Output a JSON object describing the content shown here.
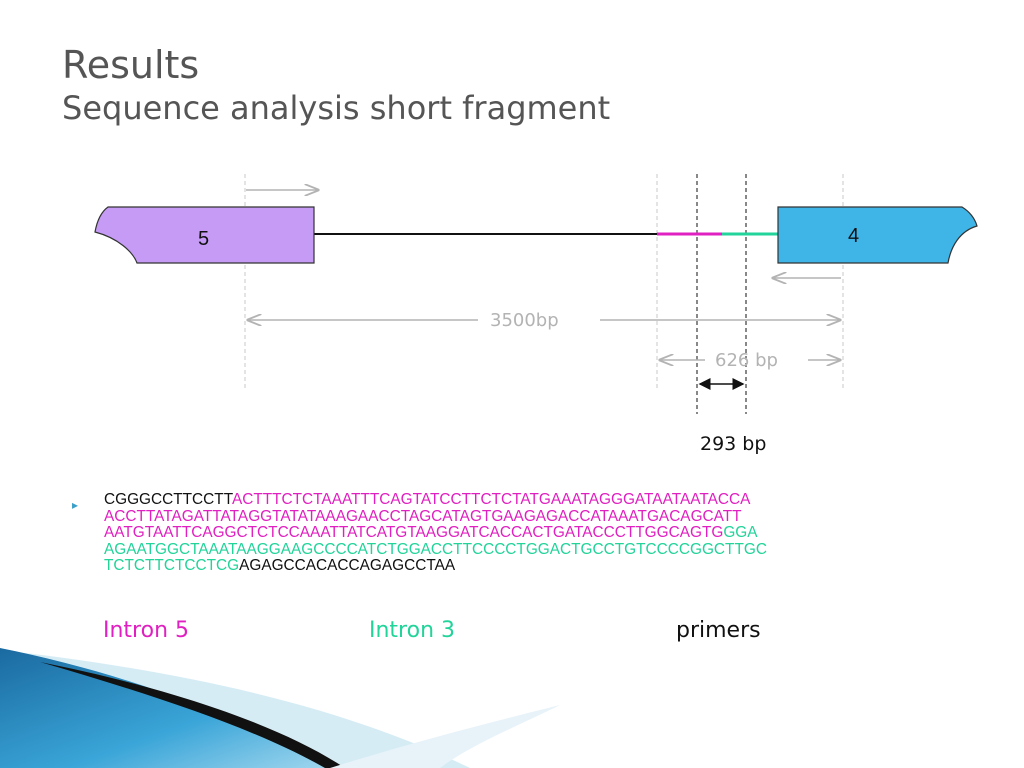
{
  "title": {
    "main": "Results",
    "sub": "Sequence analysis short fragment"
  },
  "diagram": {
    "exon_left_label": "5",
    "exon_right_label": "4",
    "span_total": "3500bp",
    "span_middle": "626 bp",
    "span_inner": "293 bp"
  },
  "colors": {
    "exon_left": "#c59bf6",
    "exon_right": "#3fb4e6",
    "intron5": "#e020c0",
    "intron3": "#22d39a",
    "primer": "#111111",
    "bullet": "#3aa0c9"
  },
  "sequence": {
    "lines": [
      [
        {
          "t": "CGGGCCTTCCTT",
          "k": "primer"
        },
        {
          "t": "ACTTTCTCTAAATTTCAGTATCCTTCTCTATGAAATAGGGATAATAATACCA",
          "k": "i5"
        }
      ],
      [
        {
          "t": "ACCTTATAGATTATAGGTATATAAAGAACCTAGCATAGTGAAGAGACCATAAATGACAGCATT",
          "k": "i5"
        }
      ],
      [
        {
          "t": "AATGTAATTCAGGCTCTCCAAATTATCATGTAAGGATCACCACTGATACCCTTGGCAGTG",
          "k": "i5"
        },
        {
          "t": "GGA",
          "k": "i3"
        }
      ],
      [
        {
          "t": "AGAATGGCTAAATAAGGAAGCCCCATCTGGACCTTCCCCTGGACTGCCTGTCCCCGGCTTGC",
          "k": "i3"
        }
      ],
      [
        {
          "t": "TCTCTTCTCCTCG",
          "k": "i3"
        },
        {
          "t": "AGAGCCACACCAGAGCCTAA",
          "k": "primer"
        }
      ]
    ]
  },
  "legend": {
    "intron5": "Intron 5",
    "intron3": "Intron 3",
    "primers": "primers"
  }
}
